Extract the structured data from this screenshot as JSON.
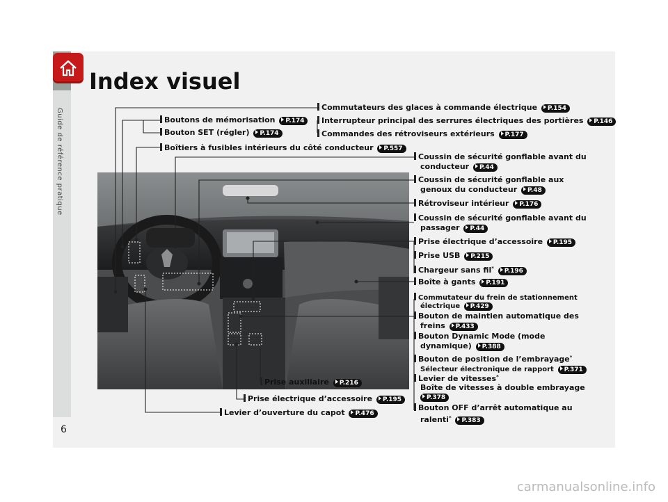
{
  "sidebar": {
    "section_label": "Guide de référence pratique"
  },
  "header": {
    "title": "Index visuel"
  },
  "page_number": "6",
  "labels": {
    "memo": {
      "text": "Boutons de mémorisation",
      "ref": "P.174"
    },
    "set": {
      "text": "Bouton SET (régler)",
      "ref": "P.174"
    },
    "fuse": {
      "text": "Boîtiers à fusibles intérieurs du côté conducteur",
      "ref": "P.557"
    },
    "glass": {
      "text": "Commutateurs des glaces à commande électrique",
      "ref": "P.154"
    },
    "lock": {
      "text": "Interrupteur principal des serrures électriques des portières",
      "ref": "P.146"
    },
    "mirror": {
      "text": "Commandes des rétroviseurs extérieurs",
      "ref": "P.177"
    },
    "airbag_driver": {
      "line1": "Coussin de sécurité gonflable avant du",
      "line2": "conducteur",
      "ref": "P.44"
    },
    "airbag_knee": {
      "line1": "Coussin de sécurité gonflable aux",
      "line2": "genoux du conducteur",
      "ref": "P.48"
    },
    "rearview": {
      "text": "Rétroviseur intérieur",
      "ref": "P.176"
    },
    "airbag_pass": {
      "line1": "Coussin de sécurité gonflable avant du",
      "line2": "passager",
      "ref": "P.44"
    },
    "acc_outlet": {
      "text": "Prise électrique d’accessoire",
      "ref": "P.195"
    },
    "usb": {
      "text": "Prise USB",
      "ref": "P.215"
    },
    "wireless": {
      "text": "Chargeur sans fil",
      "star": "*",
      "ref": "P.196"
    },
    "glovebox": {
      "text": "Boîte à gants",
      "ref": "P.191"
    },
    "parking": {
      "line1": "Commutateur du frein de stationnement",
      "line2": "électrique",
      "ref": "P.429"
    },
    "hold": {
      "line1": "Bouton de maintien automatique des",
      "line2": "freins",
      "ref": "P.433"
    },
    "dynamic": {
      "line1": "Bouton Dynamic Mode (mode",
      "line2": "dynamique)",
      "ref": "P.388"
    },
    "clutch": {
      "line1": "Bouton de position de l’embrayage",
      "star": "*",
      "line2": "Sélecteur électronique de rapport",
      "ref": "P.371"
    },
    "shift": {
      "line1": "Levier de vitesses",
      "star": "*",
      "line2": "Boîte de vitesses à double embrayage",
      "ref": "P.378"
    },
    "idle": {
      "line1": "Bouton OFF d’arrêt automatique au",
      "line2": "ralenti",
      "star": "*",
      "ref": "P.383"
    },
    "aux": {
      "text": "Prise auxiliaire",
      "ref": "P.216"
    },
    "acc_outlet2": {
      "text": "Prise électrique d’accessoire",
      "ref": "P.195"
    },
    "hood": {
      "text": "Levier d’ouverture du capot",
      "ref": "P.476"
    }
  },
  "colors": {
    "home_button": "#c61a1a",
    "panel": "#f0f1f0",
    "sidebar": "#dcdedd"
  },
  "icons": {
    "home": "home-icon",
    "ref_arrow": "arrow-right-icon"
  },
  "watermark": "carmanualsonline.info"
}
